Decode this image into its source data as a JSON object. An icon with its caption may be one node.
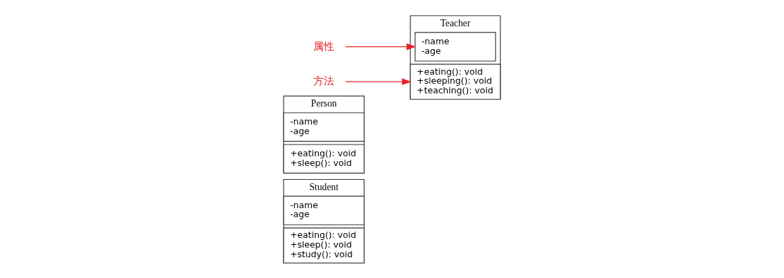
{
  "diagram": {
    "nodes": [
      {
        "text": [
          "Student"
        ]
      },
      {
        "text": [
          "-name",
          "-age"
        ],
        "in": 0
      },
      {
        "text": [
          "+eating(): void",
          "+sleep(): void",
          "+study(): void"
        ],
        "in": 0
      },
      {
        "text": [
          "Person"
        ]
      },
      {
        "text": [
          "-name",
          "-age"
        ],
        "in": 3
      },
      {
        "text": [
          "+eating(): void",
          "+sleep(): void"
        ],
        "in": 3
      },
      {
        "text": [
          "Teacher"
        ]
      },
      {
        "text": [
          "-name",
          "-age"
        ],
        "in": 6
      },
      {
        "text": [
          "+eating(): void",
          "+sleeping(): void",
          "+teaching(): void"
        ],
        "in": 6
      },
      {
        "text": [
          "属性"
        ]
      },
      {
        "text": [
          "方法"
        ]
      }
    ],
    "edges": [
      {
        "from": 9,
        "to": 7,
        "arrow": "to",
        "color": "#e8202a"
      },
      {
        "from": 10,
        "to": 8,
        "arrow": "to",
        "color": "#e8202a"
      }
    ]
  }
}
